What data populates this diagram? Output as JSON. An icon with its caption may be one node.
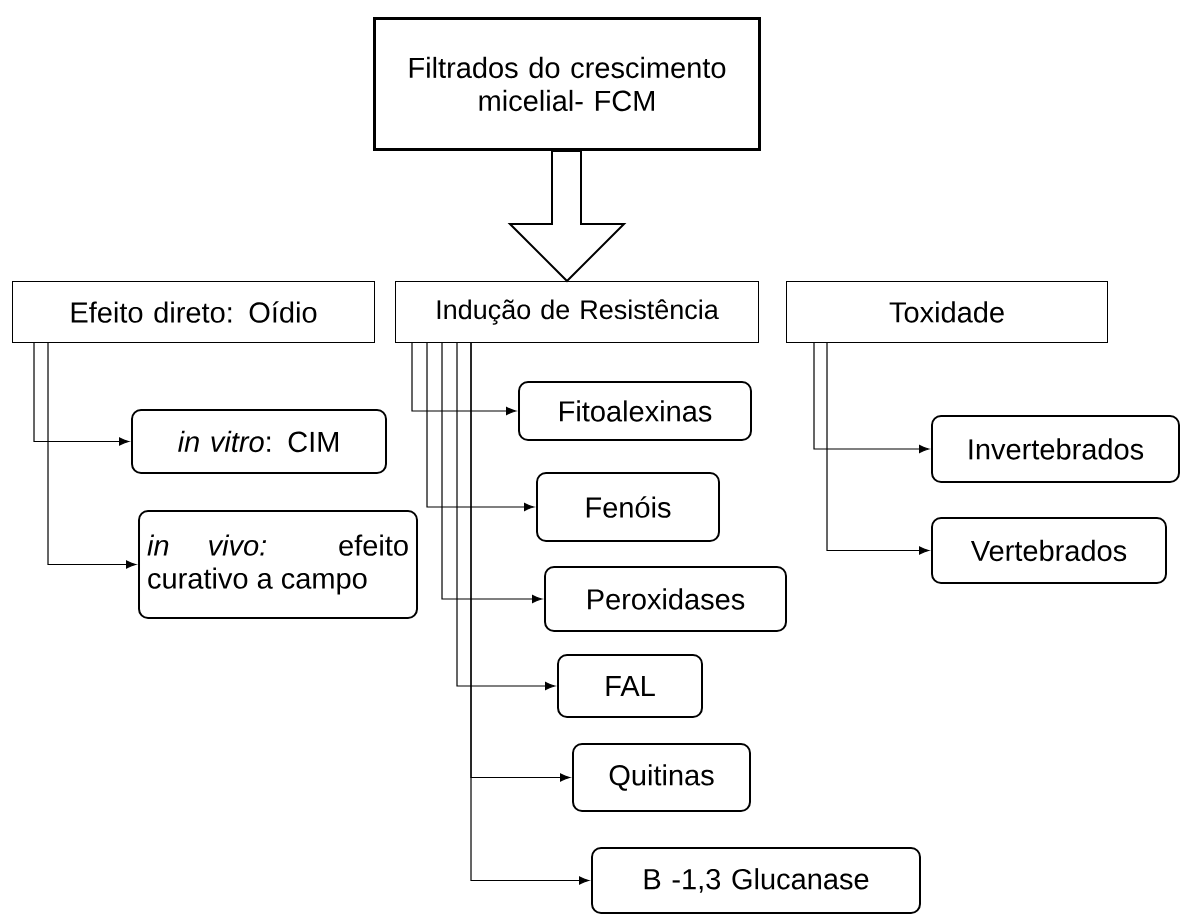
{
  "diagram": {
    "nodes": [
      {
        "text": [
          "Filtrados do crescimento micelial- FCM"
        ]
      },
      {
        "text": [
          "Efeito direto: Oídio"
        ]
      },
      {
        "text": [
          "Indução de Resistência"
        ]
      },
      {
        "text": [
          "Toxidade"
        ]
      },
      {
        "text": [
          "*in vitro*: CIM"
        ]
      },
      {
        "text": [
          "*in vivo:* efeito curativo a campo"
        ]
      },
      {
        "text": [
          "Fitoalexinas"
        ]
      },
      {
        "text": [
          "Fenóis"
        ]
      },
      {
        "text": [
          "Peroxidases"
        ]
      },
      {
        "text": [
          "FAL"
        ]
      },
      {
        "text": [
          "Quitinas"
        ]
      },
      {
        "text": [
          "B -1,3 Glucanase"
        ]
      },
      {
        "text": [
          "Invertebrados"
        ]
      },
      {
        "text": [
          "Vertebrados"
        ]
      }
    ],
    "edges": [
      {
        "from": 0,
        "to": 2,
        "arrow": "to",
        "style": "thick"
      },
      {
        "from": 1,
        "to": 4,
        "arrow": "to"
      },
      {
        "from": 1,
        "to": 5,
        "arrow": "to"
      },
      {
        "from": 2,
        "to": 6,
        "arrow": "to"
      },
      {
        "from": 2,
        "to": 7,
        "arrow": "to"
      },
      {
        "from": 2,
        "to": 8,
        "arrow": "to"
      },
      {
        "from": 2,
        "to": 9,
        "arrow": "to"
      },
      {
        "from": 2,
        "to": 10,
        "arrow": "to"
      },
      {
        "from": 2,
        "to": 11,
        "arrow": "to"
      },
      {
        "from": 3,
        "to": 12,
        "arrow": "to"
      },
      {
        "from": 3,
        "to": 13,
        "arrow": "to"
      }
    ]
  }
}
